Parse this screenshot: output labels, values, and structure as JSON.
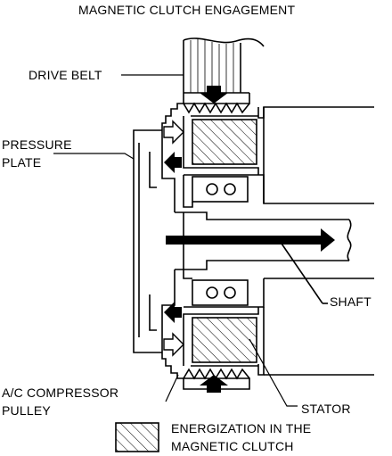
{
  "title": "MAGNETIC CLUTCH ENGAGEMENT",
  "labels": {
    "drive_belt": "DRIVE BELT",
    "pressure_plate_1": "PRESSURE",
    "pressure_plate_2": "PLATE",
    "shaft": "SHAFT",
    "pulley_1": "A/C COMPRESSOR",
    "pulley_2": "PULLEY",
    "stator": "STATOR"
  },
  "legend": {
    "line1": "ENERGIZATION IN THE",
    "line2": "MAGNETIC CLUTCH"
  }
}
